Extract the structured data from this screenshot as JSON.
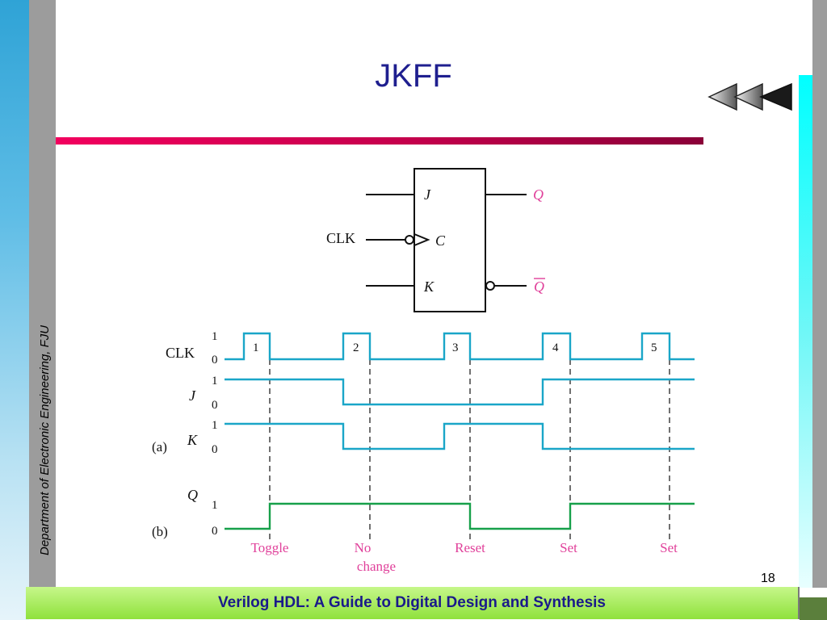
{
  "slide": {
    "title": "JKFF",
    "side_label": "Department of Electronic Engineering, FJU",
    "page_number": "18",
    "footer": "Verilog HDL: A Guide to Digital Design and Synthesis"
  },
  "flipflop": {
    "inputs": {
      "j": "J",
      "c": "C",
      "k": "K",
      "clk": "CLK"
    },
    "outputs": {
      "q": "Q",
      "q_bar": "Q"
    }
  },
  "timing": {
    "part_a": "(a)",
    "part_b": "(b)",
    "signals": {
      "clk": "CLK",
      "j": "J",
      "k": "K",
      "q": "Q"
    },
    "level_high": "1",
    "level_low": "0",
    "pulses": [
      "1",
      "2",
      "3",
      "4",
      "5"
    ],
    "outcomes": {
      "p1": "Toggle",
      "p2_line1": "No",
      "p2_line2": "change",
      "p3": "Reset",
      "p4": "Set",
      "p5": "Set"
    }
  },
  "colors": {
    "waveform": "#1aa6c8",
    "q_waveform": "#17a04a",
    "annotation": "#e0409a",
    "title": "#1f1f8f"
  }
}
